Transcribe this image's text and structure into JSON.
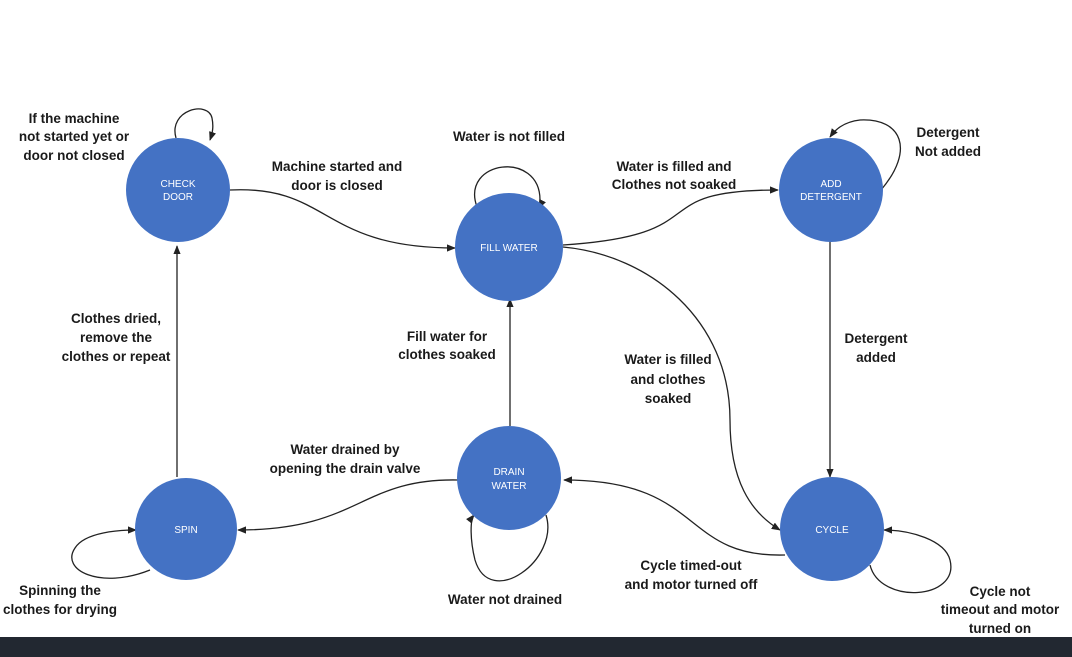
{
  "colors": {
    "node_fill": "#4472C4",
    "node_text": "#FFFFFF",
    "edge": "#222222",
    "bottom_bar": "#222831"
  },
  "nodes": {
    "check_door": [
      "CHECK",
      "DOOR"
    ],
    "fill_water": [
      "FILL WATER"
    ],
    "add_detergent": [
      "ADD",
      "DETERGENT"
    ],
    "drain_water": [
      "DRAIN",
      "WATER"
    ],
    "spin": [
      "SPIN"
    ],
    "cycle": [
      "CYCLE"
    ]
  },
  "edges": {
    "check_door_self": [
      "If the machine",
      "not started yet or",
      "door not closed"
    ],
    "check_to_fill": [
      "Machine started and",
      "door is closed"
    ],
    "fill_self": [
      "Water is not filled"
    ],
    "fill_to_detergent": [
      "Water is filled and",
      "Clothes not soaked"
    ],
    "detergent_self": [
      "Detergent",
      "Not added"
    ],
    "detergent_to_cycle": [
      "Detergent",
      "added"
    ],
    "fill_to_cycle": [
      "Water is filled",
      "and clothes",
      "soaked"
    ],
    "drain_to_fill": [
      "Fill water for",
      "clothes soaked"
    ],
    "spin_to_check": [
      "Clothes dried,",
      "remove the",
      "clothes or repeat"
    ],
    "drain_to_spin": [
      "Water drained by",
      "opening the drain valve"
    ],
    "drain_self": [
      "Water not drained"
    ],
    "cycle_to_drain": [
      "Cycle timed-out",
      "and motor turned off"
    ],
    "cycle_self": [
      "Cycle not",
      "timeout and motor",
      "turned on"
    ],
    "spin_self": [
      "Spinning the",
      "clothes for drying"
    ]
  }
}
